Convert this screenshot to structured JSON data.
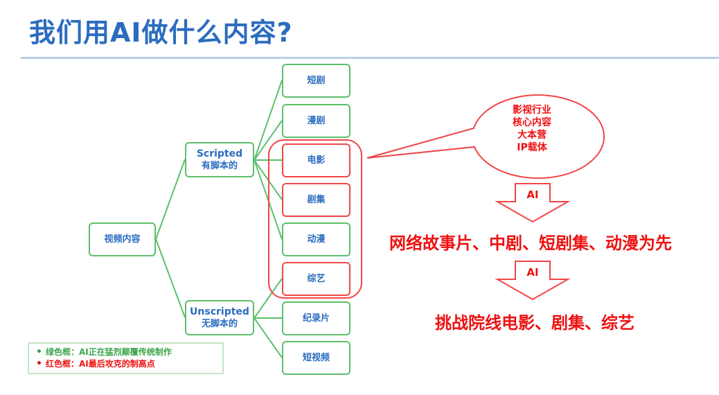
{
  "title": "我们用AI做什么内容?",
  "diagram": {
    "root": {
      "label": "视频内容"
    },
    "branches": [
      {
        "label_en": "Scripted",
        "label_zh": "有脚本的"
      },
      {
        "label_en": "Unscripted",
        "label_zh": "无脚本的"
      }
    ],
    "leaves": [
      {
        "label": "短剧",
        "branch": "Scripted",
        "frame": "green"
      },
      {
        "label": "漫剧",
        "branch": "Scripted",
        "frame": "green"
      },
      {
        "label": "电影",
        "branch": "Scripted",
        "frame": "red"
      },
      {
        "label": "剧集",
        "branch": "Scripted",
        "frame": "red"
      },
      {
        "label": "动漫",
        "branch": "Scripted",
        "frame": "green"
      },
      {
        "label": "综艺",
        "branch": "Unscripted",
        "frame": "red"
      },
      {
        "label": "纪录片",
        "branch": "Unscripted",
        "frame": "green"
      },
      {
        "label": "短视频",
        "branch": "Unscripted",
        "frame": "green"
      }
    ]
  },
  "callout": {
    "lines": [
      "影视行业",
      "核心内容",
      "大本营",
      "IP载体"
    ]
  },
  "arrows": [
    {
      "label": "AI"
    },
    {
      "label": "AI"
    }
  ],
  "stages": [
    "网络故事片、中剧、短剧集、动漫为先",
    "挑战院线电影、剧集、综艺"
  ],
  "legend": [
    {
      "bullet": "•",
      "text": "绿色框：AI正在猛烈颠覆传统制作",
      "color": "#3aa64a"
    },
    {
      "bullet": "•",
      "text": "红色框：AI最后攻克的制高点",
      "color": "#ee1111"
    }
  ],
  "colors": {
    "title": "#2b6cbf",
    "green_frame": "#5cbf6a",
    "red_frame": "#f04646",
    "emphasis_red": "#ee1111"
  }
}
